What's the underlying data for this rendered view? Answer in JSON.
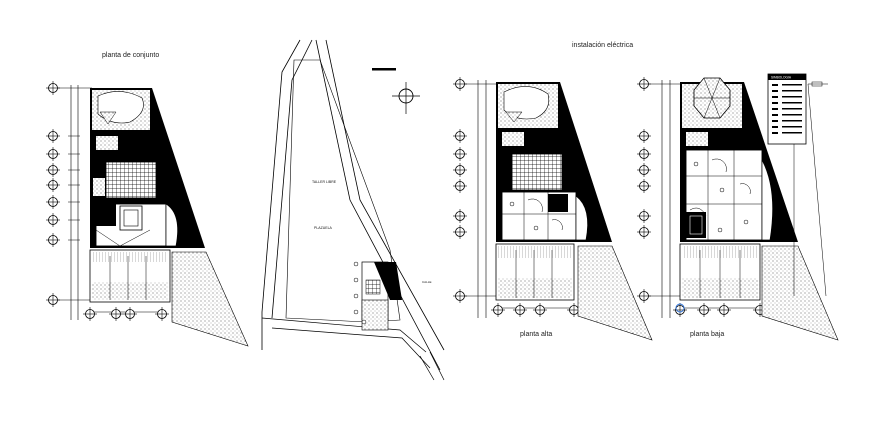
{
  "sheet": {
    "title_conjunto": "planta de conjunto",
    "title_electrica": "instalación eléctrica",
    "title_alta": "planta alta",
    "title_baja": "planta baja"
  },
  "site_plan": {
    "label_upper": "TALLER LIBRE",
    "label_lower": "PLAZUELA",
    "label_side": "CALLE"
  },
  "legend": {
    "title": "SIMBOLOGIA"
  },
  "colors": {
    "ink": "#000000",
    "paper": "#ffffff",
    "hatch": "#555555"
  }
}
